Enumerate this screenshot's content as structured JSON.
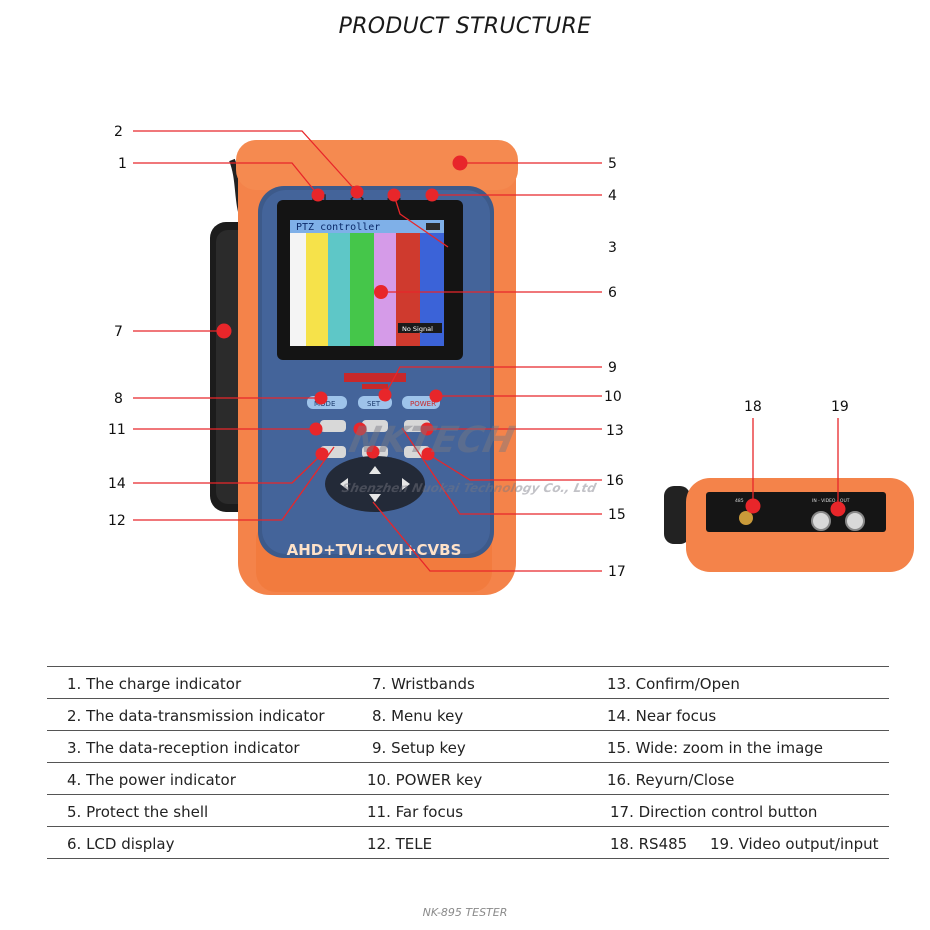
{
  "title": "PRODUCT STRUCTURE",
  "device": {
    "screen_header": "PTZ controller",
    "no_signal": "No Signal",
    "band_text": "AHD+TVI+CVI+CVBS",
    "keys": {
      "mode": "MODE",
      "set": "SET",
      "power": "POWER"
    },
    "side_labels": {
      "rs485": "485",
      "video": "IN - VIDEO - OUT"
    }
  },
  "watermark": {
    "logo": "NKTECH",
    "company": "Shenzhen Nuokai Technology Co., Ltd"
  },
  "callouts": [
    "1",
    "2",
    "3",
    "4",
    "5",
    "6",
    "7",
    "8",
    "9",
    "10",
    "11",
    "12",
    "13",
    "14",
    "15",
    "16",
    "17",
    "18",
    "19"
  ],
  "legend": [
    [
      "1. The charge indicator",
      "7. Wristbands",
      "13. Confirm/Open"
    ],
    [
      "2. The data-transmission indicator",
      "8. Menu key",
      "14. Near focus"
    ],
    [
      "3. The data-reception indicator",
      "9. Setup key",
      "15. Wide: zoom in the image"
    ],
    [
      "4. The power indicator",
      "10. POWER key",
      "16. Reyurn/Close"
    ],
    [
      "5. Protect the shell",
      "11. Far focus",
      "17. Direction control button"
    ],
    [
      "6. LCD display",
      "12. TELE",
      "18. RS485",
      "19. Video output/input"
    ]
  ],
  "footer": "NK-895 TESTER",
  "colors": {
    "callout_line": "#e8262a",
    "shell": "#f4834a",
    "shell_dark": "#d9692f",
    "panel": "#3d5a8a"
  }
}
